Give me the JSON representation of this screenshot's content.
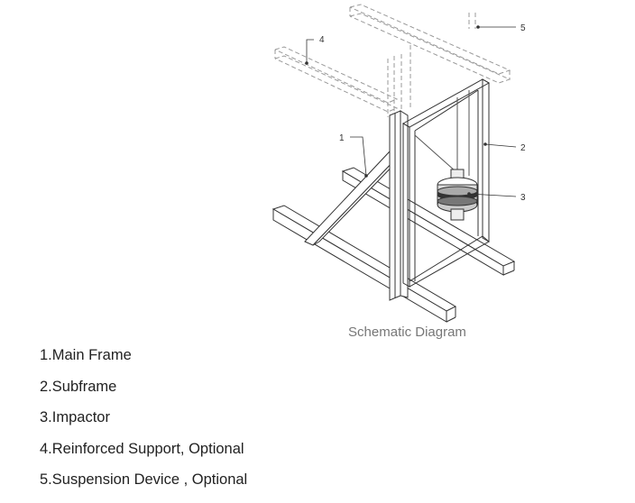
{
  "caption": "Schematic Diagram",
  "callouts": {
    "main_frame": "1",
    "subframe": "2",
    "impactor": "3",
    "reinforced_support": "4",
    "suspension_device": "5"
  },
  "legend": [
    "1.Main Frame",
    "2.Subframe",
    "3.Impactor",
    "4.Reinforced Support, Optional",
    "5.Suspension Device , Optional"
  ],
  "colors": {
    "line": "#333333",
    "dashed": "#999999",
    "caption": "#777777",
    "text": "#222222"
  }
}
